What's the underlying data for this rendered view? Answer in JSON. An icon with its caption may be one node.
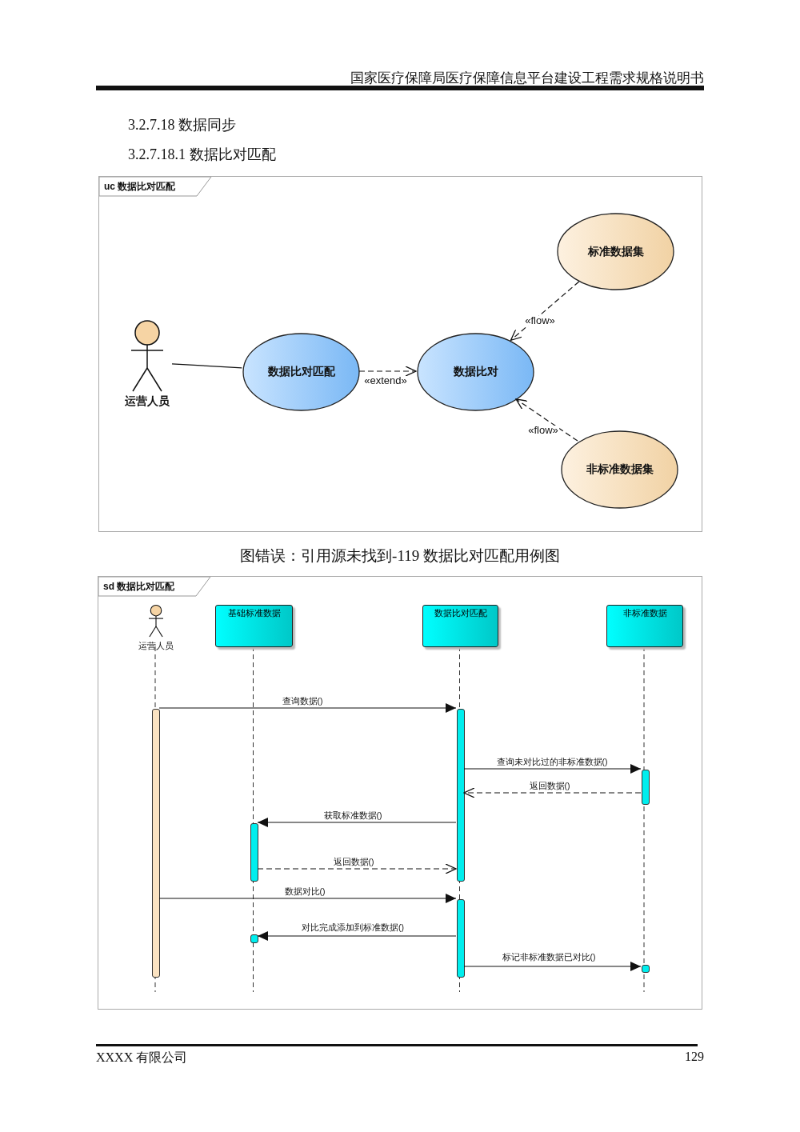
{
  "diagram": {
    "caption": "图错误：引用源未找到-119 数据比对匹配用例图",
    "nodes": [
      {
        "text": [
          "uc 数据比对匹配"
        ]
      },
      {
        "text": [
          "运营人员"
        ],
        "in": 0
      },
      {
        "text": [
          "数据比对匹配"
        ],
        "in": 0
      },
      {
        "text": [
          "数据比对"
        ],
        "in": 0
      },
      {
        "text": [
          "标准数据集"
        ],
        "in": 0
      },
      {
        "text": [
          "非标准数据集"
        ],
        "in": 0
      },
      {
        "text": [
          "sd 数据比对匹配"
        ]
      },
      {
        "text": [
          "运营人员"
        ],
        "in": 6
      },
      {
        "text": [
          "基础标准数据"
        ],
        "in": 6
      },
      {
        "text": [
          "数据比对匹配"
        ],
        "in": 6
      },
      {
        "text": [
          "非标准数据"
        ],
        "in": 6
      },
      {
        "text": [],
        "shape": "bar",
        "in": 6
      },
      {
        "text": [],
        "shape": "bar",
        "in": 6
      },
      {
        "text": [],
        "shape": "bar",
        "in": 6
      },
      {
        "text": [],
        "shape": "bar",
        "in": 6
      },
      {
        "text": [],
        "shape": "bar",
        "in": 6
      },
      {
        "text": [],
        "shape": "bar",
        "in": 6
      },
      {
        "text": [],
        "shape": "bar",
        "in": 6
      }
    ],
    "edges": [
      {
        "from": 1,
        "to": 2,
        "arrow": "none"
      },
      {
        "from": 2,
        "to": 3,
        "arrow": "to",
        "style": "dashed",
        "label": "«extend»"
      },
      {
        "from": 4,
        "to": 3,
        "arrow": "to",
        "style": "dashed",
        "label": "«flow»"
      },
      {
        "from": 5,
        "to": 3,
        "arrow": "to",
        "style": "dashed",
        "label": "«flow»"
      },
      {
        "from": 11,
        "to": 14,
        "arrow": "to",
        "label": "查询数据()"
      },
      {
        "from": 14,
        "to": 16,
        "arrow": "to",
        "label": "查询未对比过的非标准数据()"
      },
      {
        "from": 16,
        "to": 14,
        "arrow": "to",
        "style": "dashed",
        "label": "返回数据()"
      },
      {
        "from": 14,
        "to": 12,
        "arrow": "to",
        "label": "获取标准数据()"
      },
      {
        "from": 12,
        "to": 14,
        "arrow": "to",
        "style": "dashed",
        "label": "返回数据()"
      },
      {
        "from": 11,
        "to": 15,
        "arrow": "to",
        "label": "数据对比()"
      },
      {
        "from": 15,
        "to": 13,
        "arrow": "to",
        "label": "对比完成添加到标准数据()"
      },
      {
        "from": 15,
        "to": 17,
        "arrow": "to",
        "label": "标记非标准数据已对比()"
      }
    ],
    "labels": [
      "国家医疗保障局医疗保障信息平台建设工程需求规格说明书",
      "3.2.7.18 数据同步",
      "3.2.7.18.1 数据比对匹配",
      "XXXX 有限公司",
      "129"
    ]
  }
}
